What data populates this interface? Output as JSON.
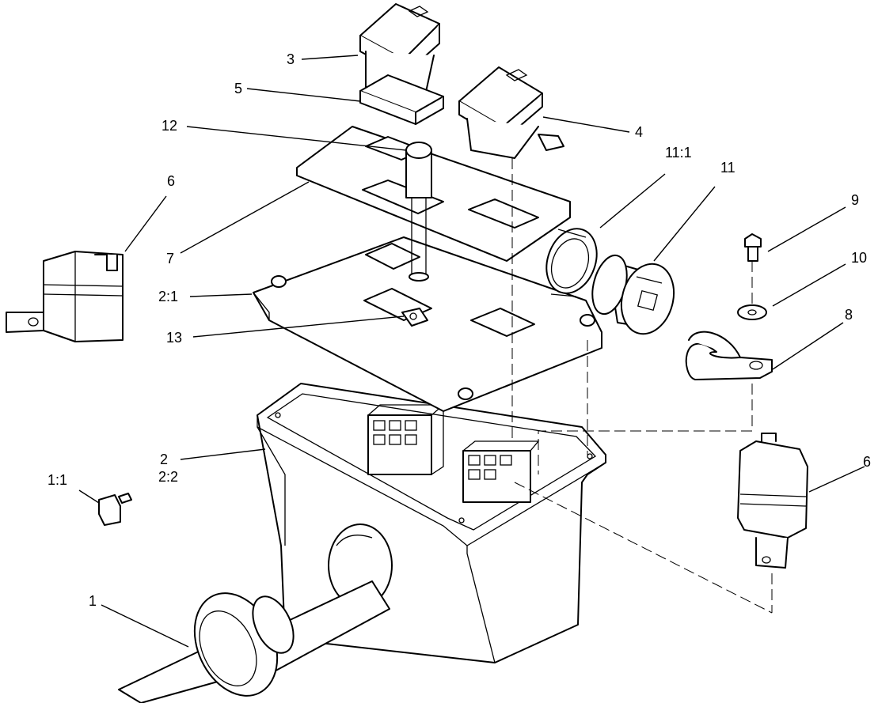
{
  "callouts": [
    {
      "id": "c1",
      "text": "1"
    },
    {
      "id": "c1_1",
      "text": "1:1"
    },
    {
      "id": "c2",
      "text": "2"
    },
    {
      "id": "c2_1",
      "text": "2:1"
    },
    {
      "id": "c2_2",
      "text": "2:2"
    },
    {
      "id": "c3",
      "text": "3"
    },
    {
      "id": "c4",
      "text": "4"
    },
    {
      "id": "c5",
      "text": "5"
    },
    {
      "id": "c6a",
      "text": "6"
    },
    {
      "id": "c6b",
      "text": "6"
    },
    {
      "id": "c7",
      "text": "7"
    },
    {
      "id": "c8",
      "text": "8"
    },
    {
      "id": "c9",
      "text": "9"
    },
    {
      "id": "c10",
      "text": "10"
    },
    {
      "id": "c11",
      "text": "11"
    },
    {
      "id": "c11_1",
      "text": "11:1"
    },
    {
      "id": "c12",
      "text": "12"
    },
    {
      "id": "c13",
      "text": "13"
    }
  ]
}
